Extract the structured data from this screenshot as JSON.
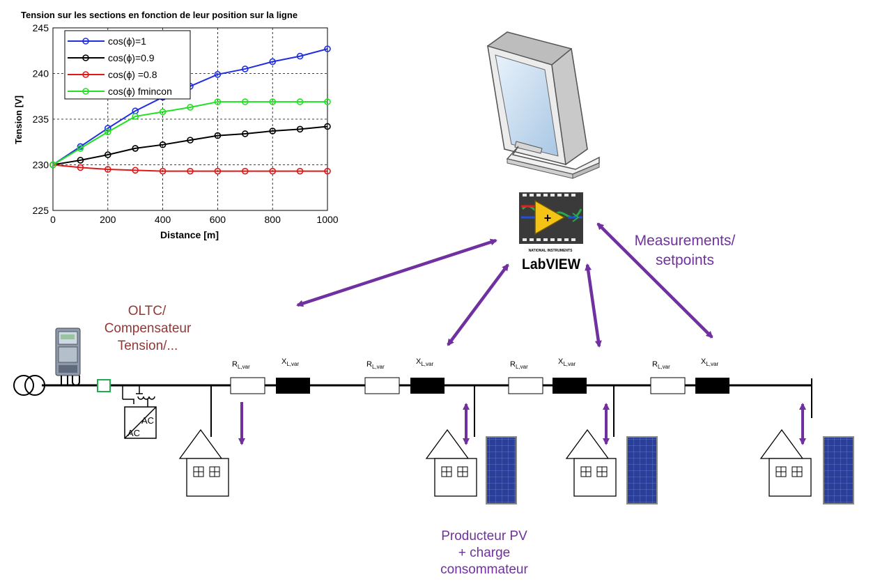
{
  "chart_data": {
    "type": "line",
    "title": "Tension sur les sections en fonction de leur position sur la ligne",
    "xlabel": "Distance [m]",
    "ylabel": "Tension [V]",
    "xlim": [
      0,
      1000
    ],
    "ylim": [
      225,
      245
    ],
    "xticks": [
      "0",
      "200",
      "400",
      "600",
      "800",
      "1000"
    ],
    "yticks": [
      "225",
      "230",
      "235",
      "240",
      "245"
    ],
    "grid": true,
    "legend_position": "top-left",
    "x": [
      0,
      100,
      200,
      300,
      400,
      500,
      600,
      700,
      800,
      900,
      1000
    ],
    "series": [
      {
        "name": "cos(ϕ)=1",
        "color": "#1f2fe0",
        "values": [
          230.0,
          232.0,
          234.0,
          235.9,
          237.4,
          238.6,
          239.9,
          240.5,
          241.3,
          241.9,
          242.7
        ]
      },
      {
        "name": "cos(ϕ)=0.9",
        "color": "#000000",
        "values": [
          230.0,
          230.5,
          231.1,
          231.8,
          232.2,
          232.7,
          233.2,
          233.4,
          233.7,
          233.9,
          234.2
        ]
      },
      {
        "name": "cos(ϕ) =0.8",
        "color": "#e01818",
        "values": [
          230.0,
          229.7,
          229.5,
          229.4,
          229.3,
          229.3,
          229.3,
          229.3,
          229.3,
          229.3,
          229.3
        ]
      },
      {
        "name": "cos(ϕ) fmincon",
        "color": "#22e022",
        "values": [
          230.0,
          231.8,
          233.6,
          235.3,
          235.8,
          236.3,
          236.9,
          236.9,
          236.9,
          236.9,
          236.9
        ]
      }
    ]
  },
  "diagram": {
    "oltc_label": [
      "OLTC/",
      "Compensateur",
      "Tension/..."
    ],
    "measurements_label": [
      "Measurements/",
      "setpoints"
    ],
    "producer_label": [
      "Producteur PV",
      "+ charge",
      "consommateur"
    ],
    "labview_text": "LabVIEW",
    "ni_text": "NATIONAL INSTRUMENTS",
    "ac_top": "AC",
    "ac_bottom": "AC",
    "r_main": "R",
    "r_sub": "L,var",
    "x_main": "X",
    "x_sub": "L,var",
    "arrow_color": "#7030a0",
    "oltc_color": "#943634"
  }
}
